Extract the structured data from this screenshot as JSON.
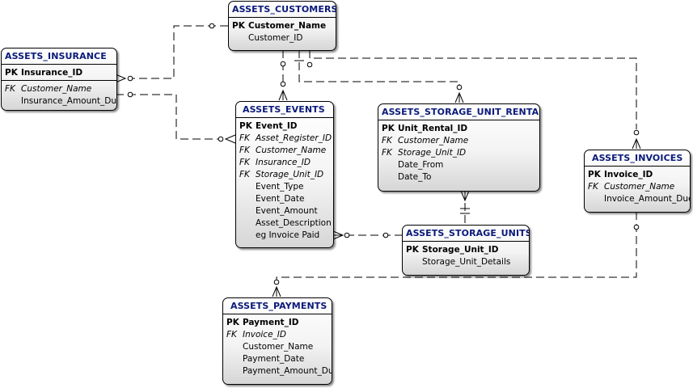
{
  "entities": {
    "customers": {
      "title": "ASSETS_CUSTOMERS",
      "pk": [
        {
          "key": "PK",
          "name": "Customer_Name"
        }
      ],
      "attrs": [
        {
          "key": "",
          "name": "Customer_ID"
        }
      ]
    },
    "insurance": {
      "title": "ASSETS_INSURANCE",
      "pk": [
        {
          "key": "PK",
          "name": "Insurance_ID"
        }
      ],
      "attrs": [
        {
          "key": "FK",
          "name": "Customer_Name"
        },
        {
          "key": "",
          "name": "Insurance_Amount_Due"
        }
      ]
    },
    "events": {
      "title": "ASSETS_EVENTS",
      "pk": [
        {
          "key": "PK",
          "name": "Event_ID"
        }
      ],
      "attrs": [
        {
          "key": "FK",
          "name": "Asset_Register_ID"
        },
        {
          "key": "FK",
          "name": "Customer_Name"
        },
        {
          "key": "FK",
          "name": "Insurance_ID"
        },
        {
          "key": "FK",
          "name": "Storage_Unit_ID"
        },
        {
          "key": "",
          "name": "Event_Type"
        },
        {
          "key": "",
          "name": "Event_Date"
        },
        {
          "key": "",
          "name": "Event_Amount"
        },
        {
          "key": "",
          "name": "Asset_Description"
        },
        {
          "key": "",
          "name": "eg Invoice Paid"
        }
      ]
    },
    "rental": {
      "title": "ASSETS_STORAGE_UNIT_RENTAL",
      "pk": [
        {
          "key": "PK",
          "name": "Unit_Rental_ID"
        }
      ],
      "attrs": [
        {
          "key": "FK",
          "name": "Customer_Name"
        },
        {
          "key": "FK",
          "name": "Storage_Unit_ID"
        },
        {
          "key": "",
          "name": "Date_From"
        },
        {
          "key": "",
          "name": "Date_To"
        }
      ]
    },
    "invoices": {
      "title": "ASSETS_INVOICES",
      "pk": [
        {
          "key": "PK",
          "name": "Invoice_ID"
        }
      ],
      "attrs": [
        {
          "key": "FK",
          "name": "Customer_Name"
        },
        {
          "key": "",
          "name": "Invoice_Amount_Due"
        }
      ]
    },
    "units": {
      "title": "ASSETS_STORAGE_UNITS",
      "pk": [
        {
          "key": "PK",
          "name": "Storage_Unit_ID"
        }
      ],
      "attrs": [
        {
          "key": "",
          "name": "Storage_Unit_Details"
        }
      ]
    },
    "payments": {
      "title": "ASSETS_PAYMENTS",
      "pk": [
        {
          "key": "PK",
          "name": "Payment_ID"
        }
      ],
      "attrs": [
        {
          "key": "FK",
          "name": "Invoice_ID"
        },
        {
          "key": "",
          "name": "Customer_Name"
        },
        {
          "key": "",
          "name": "Payment_Date"
        },
        {
          "key": "",
          "name": "Payment_Amount_Due"
        }
      ]
    }
  }
}
